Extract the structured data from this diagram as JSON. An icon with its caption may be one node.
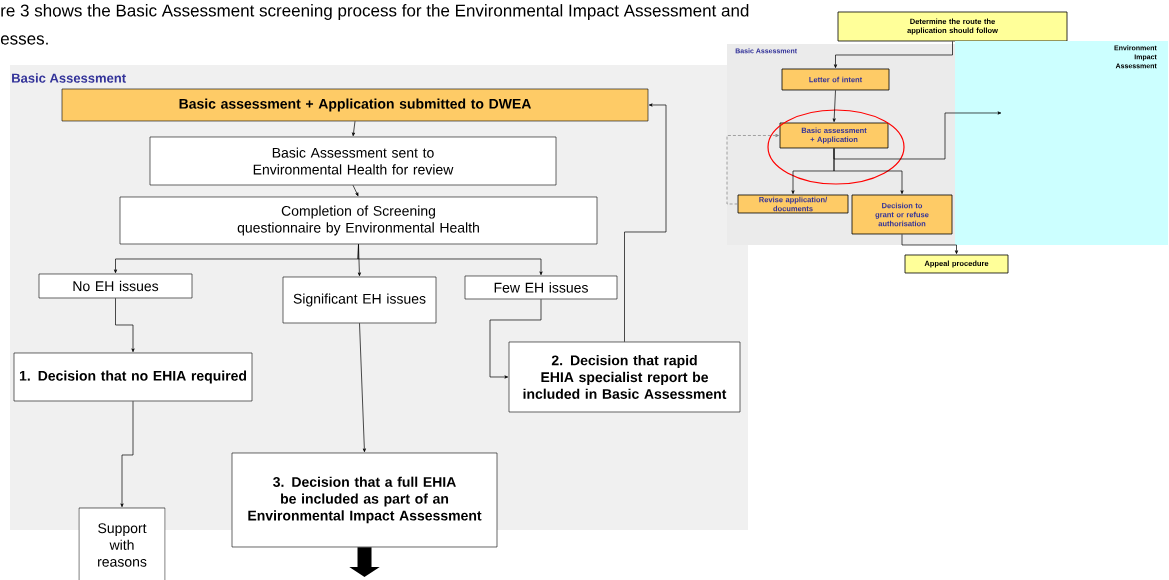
{
  "diagram": {
    "nodes": [
      {
        "text": [
          "Basic Assessment"
        ]
      },
      {
        "text": [
          "Basic assessment + Application submitted to DWEA"
        ],
        "in": 0
      },
      {
        "text": [
          "Basic Assessment sent to Environmental Health for review"
        ],
        "in": 0
      },
      {
        "text": [
          "Completion of Screening questionnaire by Environmental Health"
        ],
        "in": 0
      },
      {
        "text": [
          "No EH issues"
        ],
        "in": 0
      },
      {
        "text": [
          "Significant EH issues"
        ],
        "in": 0
      },
      {
        "text": [
          "Few EH issues"
        ],
        "in": 0
      },
      {
        "text": [
          "1. Decision that no EHIA required"
        ],
        "in": 0
      },
      {
        "text": [
          "2. Decision that rapid EHIA specialist report be included in Basic Assessment"
        ],
        "in": 0
      },
      {
        "text": [
          "3. Decision that a full EHIA be included as part of an Environmental Impact Assessment"
        ]
      },
      {
        "text": [
          "Support with reasons"
        ]
      },
      {
        "text": [
          "Determine the route the application should follow"
        ]
      },
      {
        "text": [
          "Basic Assessment"
        ]
      },
      {
        "text": [
          "Environment Impact Assessment"
        ]
      },
      {
        "text": [
          "Letter of intent"
        ],
        "in": 12
      },
      {
        "text": [
          "Basic assessment + Application"
        ],
        "in": 12
      },
      {
        "text": [
          "Revise application/ documents"
        ],
        "in": 12
      },
      {
        "text": [
          "Decision to grant or refuse authorisation"
        ],
        "in": 12
      },
      {
        "text": [
          "Appeal procedure"
        ]
      }
    ],
    "edges": [
      {
        "from": 1,
        "to": 2,
        "arrow": "to"
      },
      {
        "from": 2,
        "to": 3,
        "arrow": "to"
      },
      {
        "from": 3,
        "to": 4,
        "arrow": "to"
      },
      {
        "from": 3,
        "to": 5,
        "arrow": "to"
      },
      {
        "from": 3,
        "to": 6,
        "arrow": "to"
      },
      {
        "from": 4,
        "to": 7,
        "arrow": "to"
      },
      {
        "from": 6,
        "to": 8,
        "arrow": "to"
      },
      {
        "from": 5,
        "to": 9,
        "arrow": "to"
      },
      {
        "from": 7,
        "to": 10,
        "arrow": "to"
      },
      {
        "from": 8,
        "to": 1,
        "arrow": "to"
      },
      {
        "from": 9,
        "to": null,
        "arrow": "to",
        "style": "thick"
      },
      {
        "from": 11,
        "to": 14,
        "arrow": "to"
      },
      {
        "from": 14,
        "to": 15,
        "arrow": "to"
      },
      {
        "from": 15,
        "to": 16,
        "arrow": "to"
      },
      {
        "from": 15,
        "to": 17,
        "arrow": "to"
      },
      {
        "from": 15,
        "to": 13,
        "arrow": "to"
      },
      {
        "from": 16,
        "to": 15,
        "arrow": "to",
        "style": "dashed",
        "color": "#808080"
      },
      {
        "from": 17,
        "to": 18,
        "arrow": "to"
      }
    ],
    "labels": [
      "re 3 shows the Basic Assessment screening process for the Environmental Impact Assessment and",
      "esses."
    ]
  }
}
